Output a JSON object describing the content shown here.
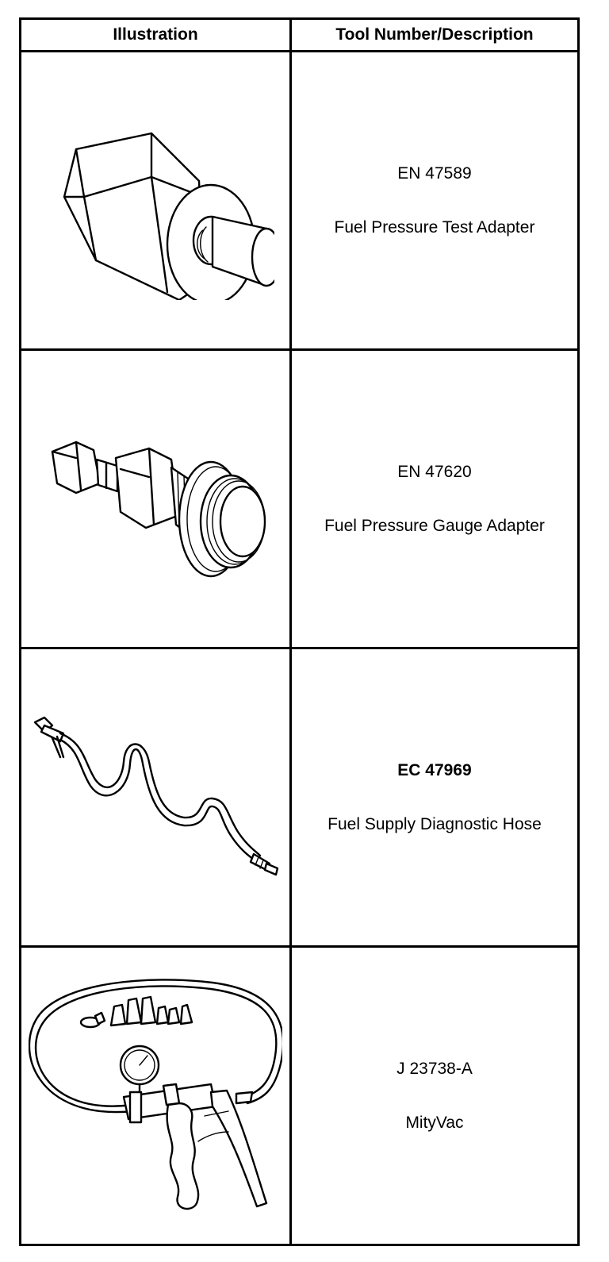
{
  "table": {
    "headers": {
      "illustration": "Illustration",
      "tool": "Tool Number/Description"
    },
    "rows": [
      {
        "number": "EN 47589",
        "description": "Fuel Pressure Test Adapter",
        "illustration_icon": "fuel-pressure-test-adapter-icon"
      },
      {
        "number": "EN 47620",
        "description": "Fuel Pressure Gauge Adapter",
        "illustration_icon": "fuel-pressure-gauge-adapter-icon"
      },
      {
        "number": "EC 47969",
        "description": "Fuel Supply Diagnostic Hose",
        "illustration_icon": "fuel-supply-diagnostic-hose-icon"
      },
      {
        "number": "J 23738-A",
        "description": "MityVac",
        "illustration_icon": "mityvac-pump-icon"
      }
    ]
  }
}
